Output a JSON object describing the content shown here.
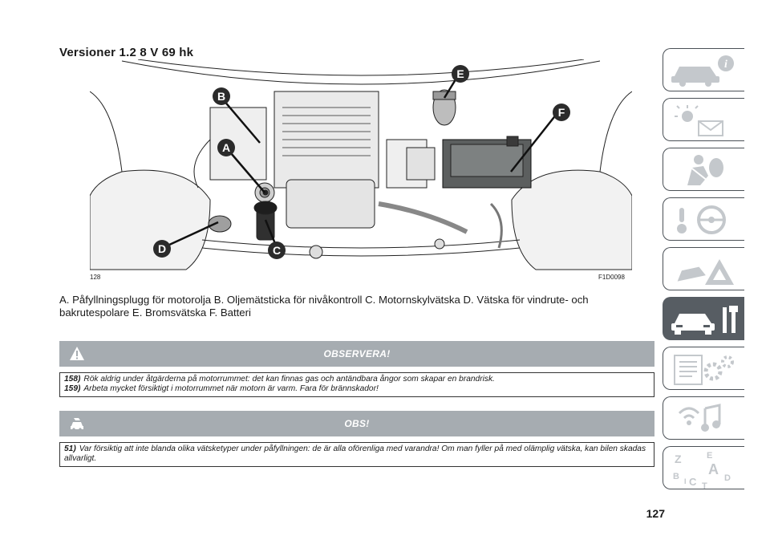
{
  "section_title": "Versioner 1.2 8 V 69 hk",
  "figure": {
    "number_left": "128",
    "code_right": "F1D0098",
    "callouts": [
      "A",
      "B",
      "C",
      "D",
      "E",
      "F"
    ]
  },
  "caption_line1": "A. Påfyllningsplugg för motorolja B. Oljemätsticka för nivåkontroll C. Motornskylvätska D. Vätska för vindrute- och",
  "caption_line2": "bakrutespolare E. Bromsvätska F. Batteri",
  "warning": {
    "title": "OBSERVERA!",
    "items": [
      {
        "num": "158)",
        "text": "Rök aldrig under åtgärderna på motorrummet: det kan finnas gas och antändbara ångor som skapar en brandrisk."
      },
      {
        "num": "159)",
        "text": "Arbeta mycket försiktigt i motorrummet när motorn är varm. Fara för brännskador!"
      }
    ]
  },
  "note": {
    "title": "OBS!",
    "items": [
      {
        "num": "51)",
        "text": "Var försiktig att inte blanda olika vätsketyper under påfyllningen: de är alla oförenliga med varandra! Om man fyller på med olämplig vätska, kan bilen skadas allvarligt."
      }
    ]
  },
  "side_tabs": {
    "icons": [
      "car-info-icon",
      "warning-lights-icon",
      "safety-airbag-icon",
      "steering-start-icon",
      "emergency-icon",
      "car-maintenance-icon",
      "technical-data-icon",
      "multimedia-icon",
      "index-icon"
    ],
    "active_index": 5,
    "index_letters": [
      "Z",
      "E",
      "A",
      "B",
      "D",
      "C",
      "T",
      "I"
    ]
  },
  "page_number": "127",
  "colors": {
    "banner": "#a6acb1",
    "active_tab": "#575d63",
    "tab_icon": "#c4c8cc"
  }
}
